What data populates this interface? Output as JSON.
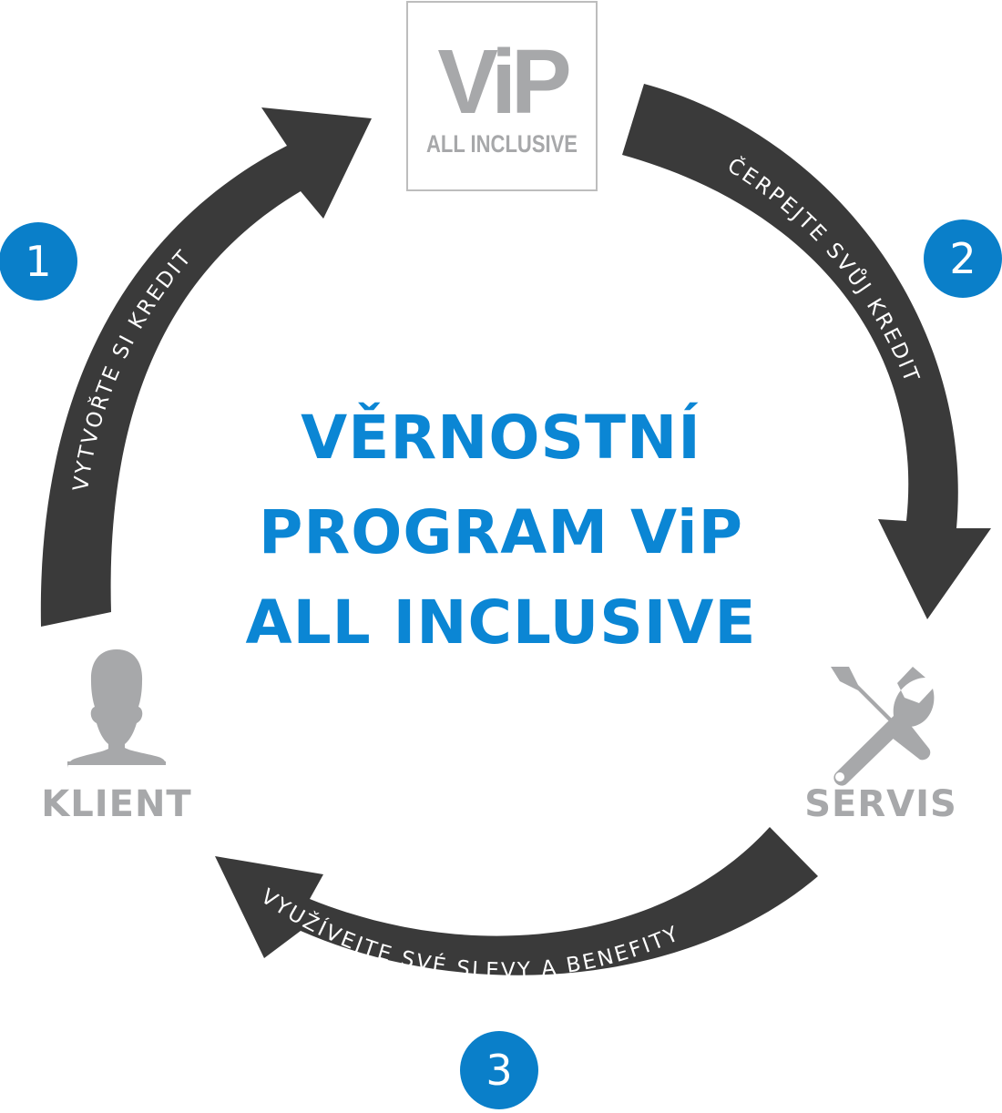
{
  "logo": {
    "brand": "ViP",
    "subtitle": "ALL INCLUSIVE"
  },
  "title": {
    "lines": [
      "VĚRNOSTNÍ",
      "PROGRAM ViP",
      "ALL INCLUSIVE"
    ]
  },
  "nodes": {
    "client_label": "KLIENT",
    "service_label": "SERVIS"
  },
  "steps": [
    {
      "number": "1",
      "text": "VYTVOŘTE SI KREDIT"
    },
    {
      "number": "2",
      "text": "ČERPEJTE SVŮJ KREDIT"
    },
    {
      "number": "3",
      "text": "VYUŽÍVEJTE SVÉ SLEVY A BENEFITY"
    }
  ],
  "colors": {
    "accent_blue": "#0b86d4",
    "step_circle_blue": "#0a7fc9",
    "arrow_dark": "#3a3a3a",
    "icon_gray": "#a7a8aa"
  },
  "icons": {
    "client": "person-icon",
    "service": "tools-icon"
  }
}
